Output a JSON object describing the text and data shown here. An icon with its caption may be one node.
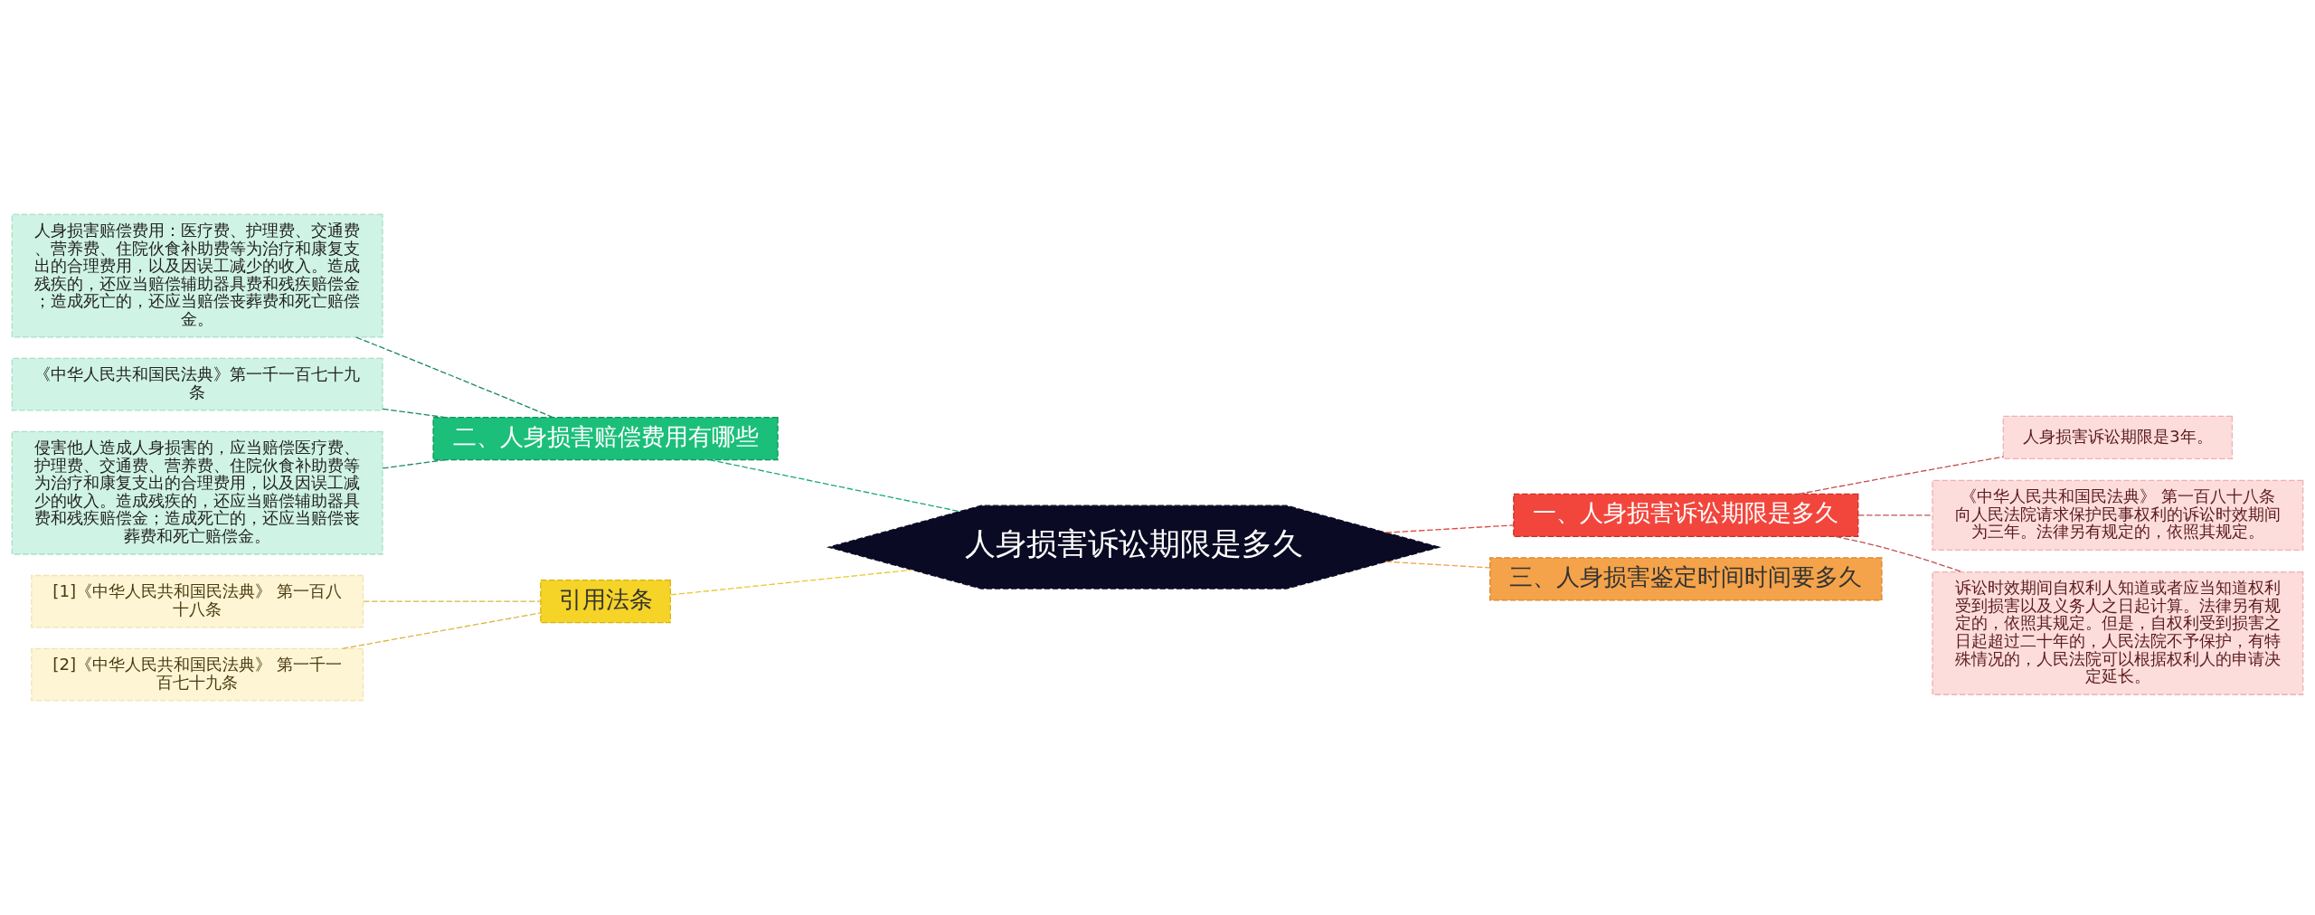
{
  "diagram": {
    "nodes": [
      {
        "text": [
          "人身损害诉讼期限是多久"
        ]
      },
      {
        "text": [
          "一、人身损害诉讼期限是多久"
        ]
      },
      {
        "text": [
          "人身损害诉讼期限是3年。"
        ]
      },
      {
        "text": [
          "《中华人民共和国民法典》 第一百八十八条向人民法院请求保护民事权利的诉讼时效期间为三年。法律另有规定的，依照其规定。"
        ]
      },
      {
        "text": [
          "诉讼时效期间自权利人知道或者应当知道权利受到损害以及义务人之日起计算。法律另有规定的，依照其规定。但是，自权利受到损害之日起超过二十年的，人民法院不予保护，有特殊情况的，人民法院可以根据权利人的申请决定延长。"
        ]
      },
      {
        "text": [
          "二、人身损害赔偿费用有哪些"
        ]
      },
      {
        "text": [
          "人身损害赔偿费用：医疗费、护理费、交通费、营养费、住院伙食补助费等为治疗和康复支出的合理费用，以及因误工减少的收入。造成残疾的，还应当赔偿辅助器具费和残疾赔偿金；造成死亡的，还应当赔偿丧葬费和死亡赔偿金。"
        ]
      },
      {
        "text": [
          "《中华人民共和国民法典》第一千一百七十九条"
        ]
      },
      {
        "text": [
          "侵害他人造成人身损害的，应当赔偿医疗费、护理费、交通费、营养费、住院伙食补助费等为治疗和康复支出的合理费用，以及因误工减少的收入。造成残疾的，还应当赔偿辅助器具费和残疾赔偿金；造成死亡的，还应当赔偿丧葬费和死亡赔偿金。"
        ]
      },
      {
        "text": [
          "三、人身损害鉴定时间时间要多久"
        ]
      },
      {
        "text": [
          "引用法条"
        ]
      },
      {
        "text": [
          "[1]《中华人民共和国民法典》 第一百八十八条"
        ]
      },
      {
        "text": [
          "[2]《中华人民共和国民法典》 第一千一百七十九条"
        ]
      }
    ],
    "edges": [
      {
        "from": 0,
        "to": 1,
        "arrow": "none",
        "style": "dashed",
        "color": "#e0453a"
      },
      {
        "from": 1,
        "to": 2,
        "arrow": "none",
        "style": "dashed",
        "color": "#c0504d"
      },
      {
        "from": 1,
        "to": 3,
        "arrow": "none",
        "style": "dashed",
        "color": "#c0504d"
      },
      {
        "from": 1,
        "to": 4,
        "arrow": "none",
        "style": "dashed",
        "color": "#c0504d"
      },
      {
        "from": 0,
        "to": 5,
        "arrow": "none",
        "style": "dashed",
        "color": "#1aaa6e"
      },
      {
        "from": 5,
        "to": 6,
        "arrow": "none",
        "style": "dashed",
        "color": "#1a8a5e"
      },
      {
        "from": 5,
        "to": 7,
        "arrow": "none",
        "style": "dashed",
        "color": "#1a8a5e"
      },
      {
        "from": 5,
        "to": 8,
        "arrow": "none",
        "style": "dashed",
        "color": "#1a8a5e"
      },
      {
        "from": 0,
        "to": 9,
        "arrow": "none",
        "style": "dashed",
        "color": "#f0a04b"
      },
      {
        "from": 0,
        "to": 10,
        "arrow": "none",
        "style": "dashed",
        "color": "#e8c830"
      },
      {
        "from": 10,
        "to": 11,
        "arrow": "none",
        "style": "dashed",
        "color": "#d8b840"
      },
      {
        "from": 10,
        "to": 12,
        "arrow": "none",
        "style": "dashed",
        "color": "#d8b840"
      }
    ]
  }
}
